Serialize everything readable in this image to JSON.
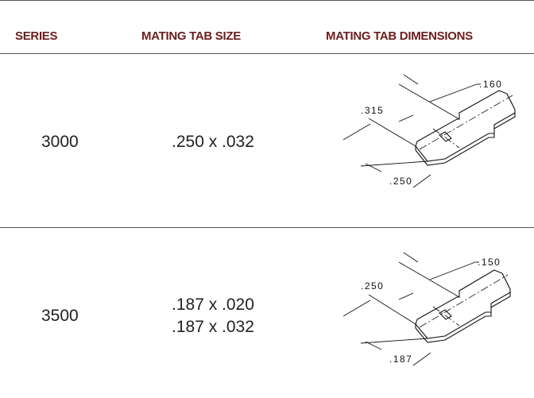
{
  "table": {
    "headers": {
      "series": "SERIES",
      "mating_tab_size": "MATING TAB SIZE",
      "mating_tab_dimensions": "MATING TAB DIMENSIONS"
    },
    "rows": [
      {
        "series": "3000",
        "sizes": [
          ".250 x .032"
        ],
        "drawing": {
          "top_dim": ".160",
          "left_dim": ".315",
          "bottom_dim": ".250"
        }
      },
      {
        "series": "3500",
        "sizes": [
          ".187 x .020",
          ".187 x .032"
        ],
        "drawing": {
          "top_dim": ".150",
          "left_dim": ".250",
          "bottom_dim": ".187"
        }
      }
    ]
  },
  "colors": {
    "header_text": "#6d1d1d",
    "rule": "#555555"
  }
}
